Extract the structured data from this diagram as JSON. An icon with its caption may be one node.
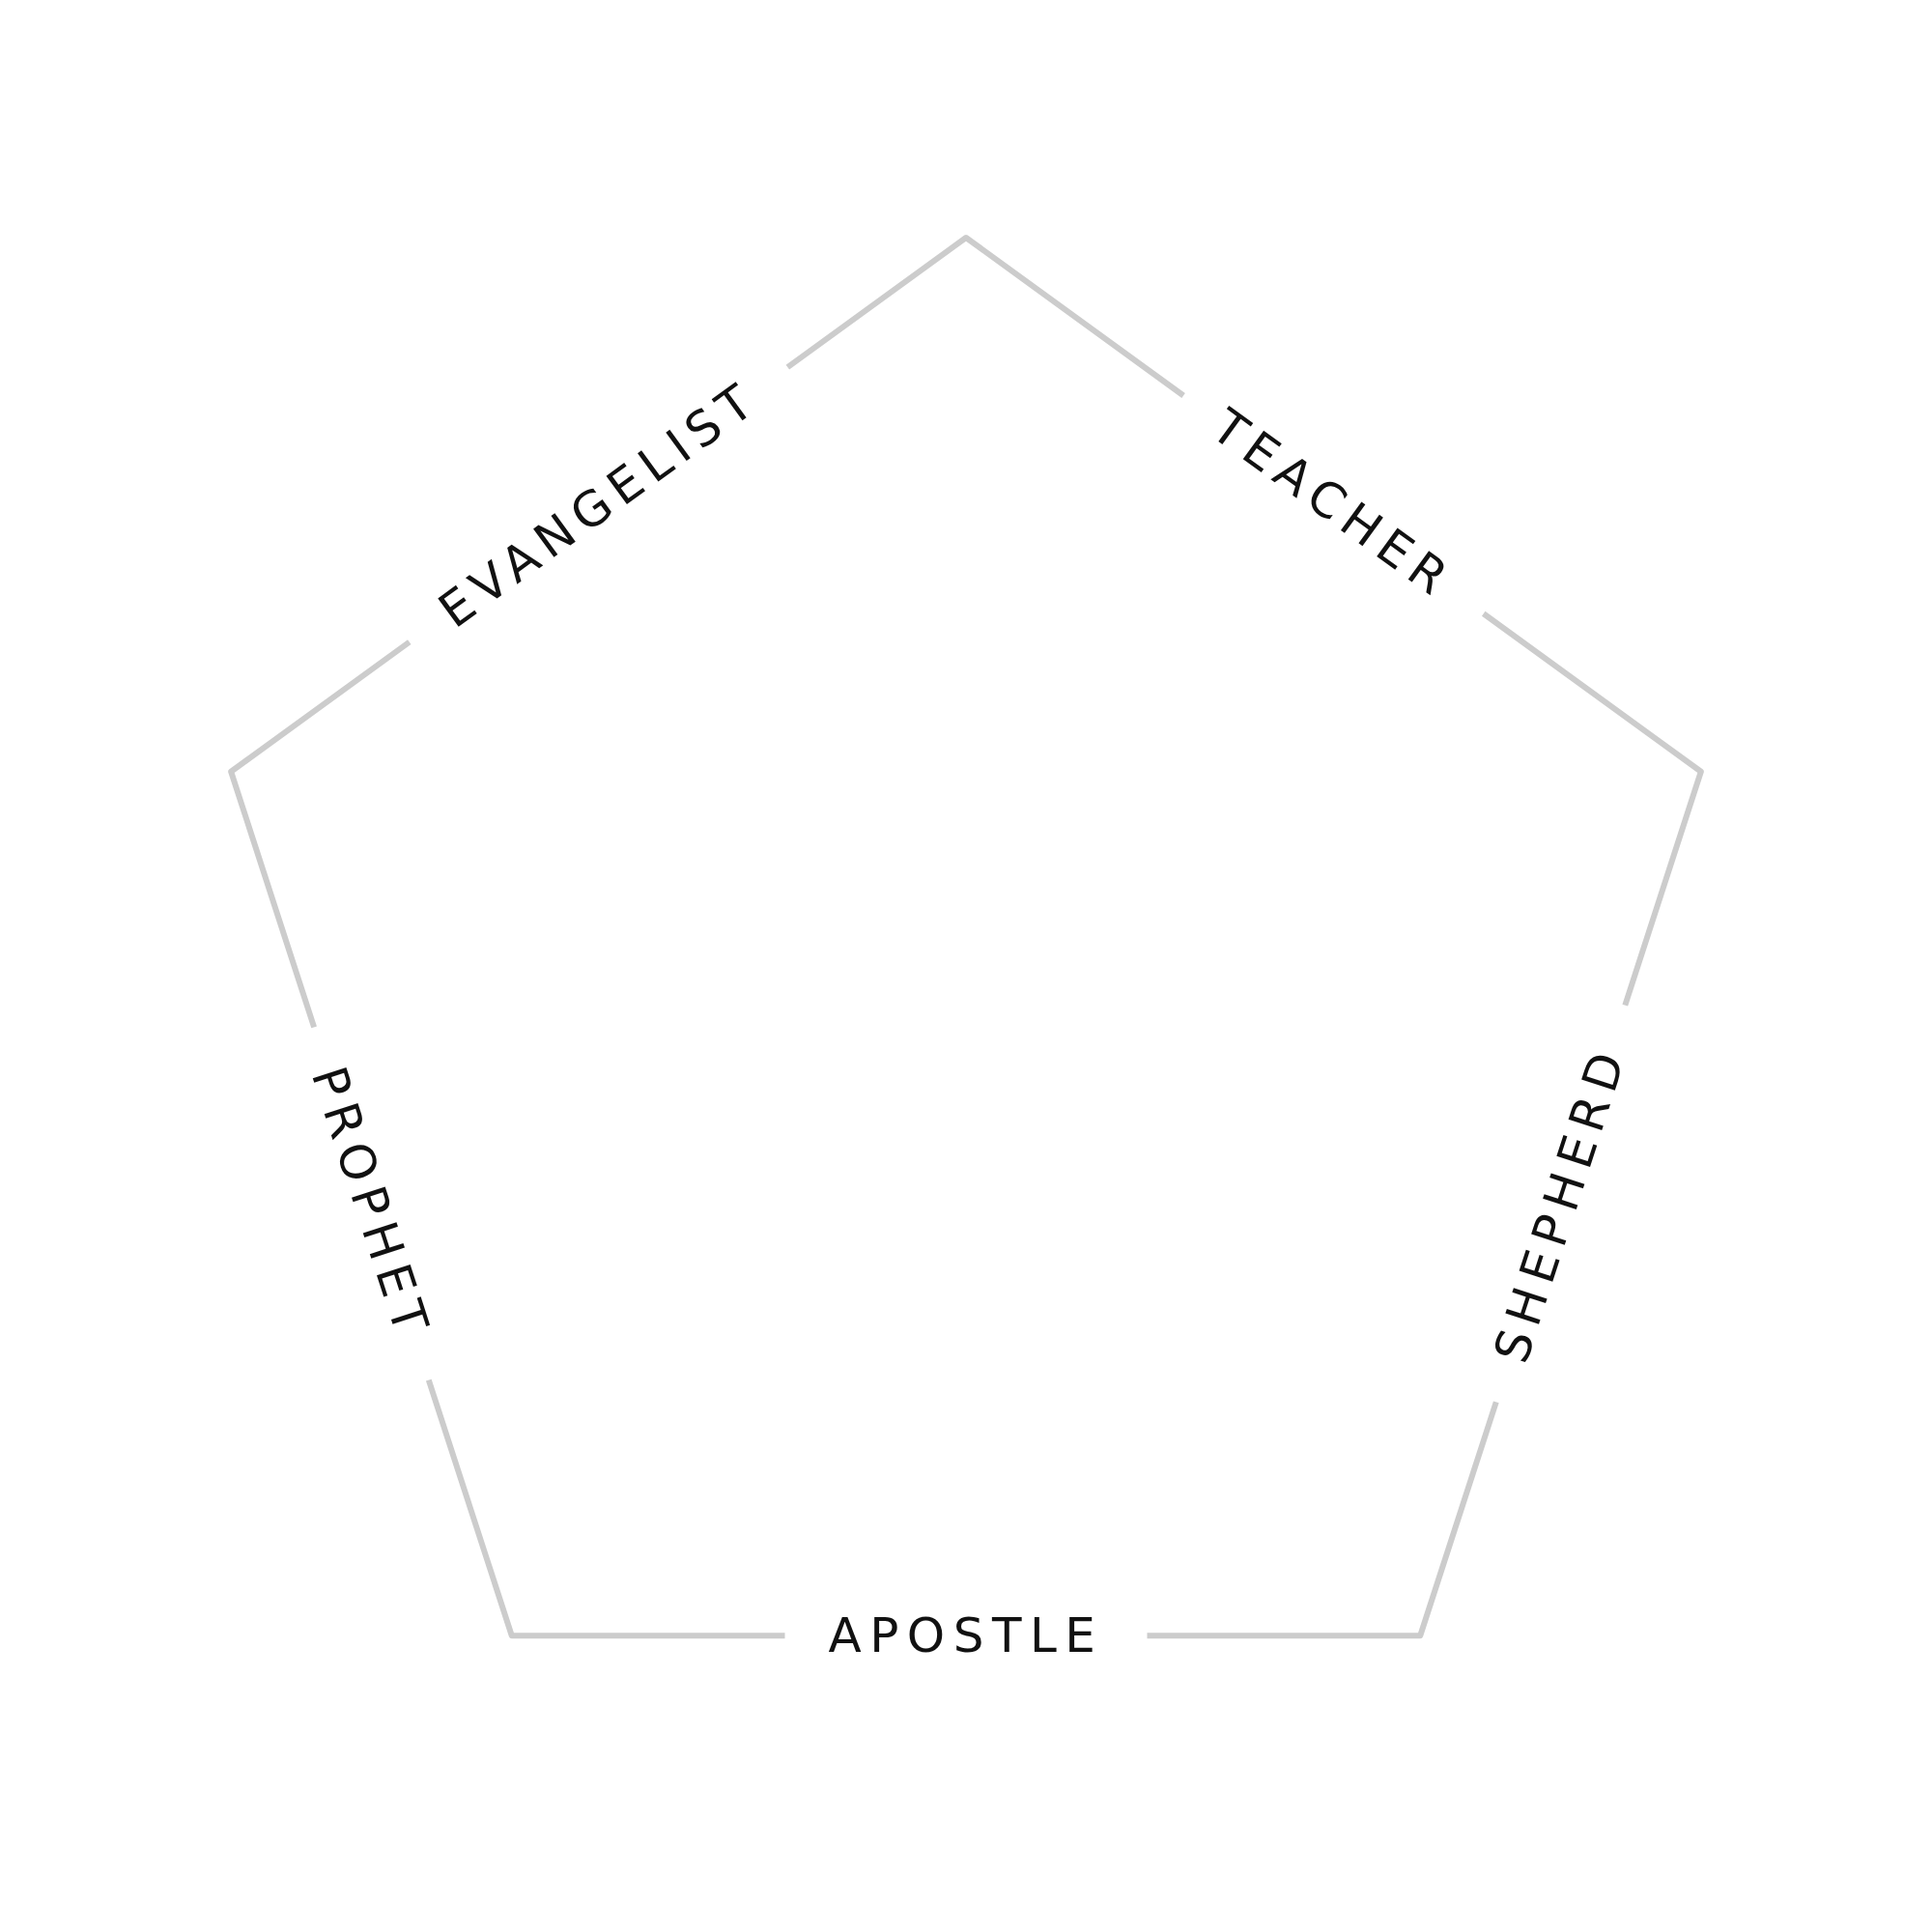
{
  "diagram": {
    "labels": [
      "EVANGELIST",
      "TEACHER",
      "SHEPHERD",
      "APOSTLE",
      "PROPHET"
    ]
  }
}
